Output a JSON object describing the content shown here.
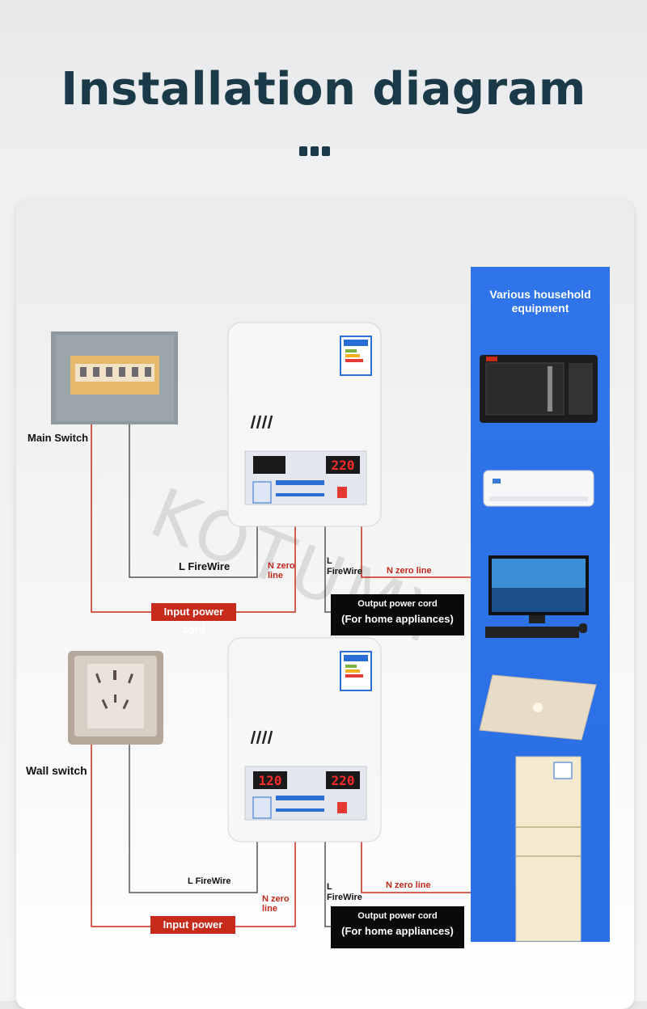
{
  "header": {
    "title": "Installation diagram"
  },
  "panel": {
    "title_line1": "Various household",
    "title_line2": "equipment"
  },
  "top_diagram": {
    "source_label": "Main Switch",
    "l_firewire": "L FireWire",
    "n_zero_line_in_1": "N zero",
    "n_zero_line_in_2": "line",
    "l_out_1": "L",
    "l_out_2": "FireWire",
    "n_zero_line_out": "N zero line",
    "input_cord": "Input power cord",
    "output_cord_line1": "Output power cord",
    "output_cord_line2": "(For home appliances)",
    "display_left": "",
    "display_right": "220"
  },
  "bottom_diagram": {
    "source_label": "Wall switch",
    "l_firewire": "L FireWire",
    "n_zero_line_in_1": "N zero",
    "n_zero_line_in_2": "line",
    "l_out_1": "L",
    "l_out_2": "FireWire",
    "n_zero_line_out": "N zero line",
    "input_cord": "Input power cord",
    "output_cord_line1": "Output power cord",
    "output_cord_line2": "(For home appliances)",
    "display_left": "120",
    "display_right": "220"
  },
  "watermark": "KOTUMY",
  "colors": {
    "title": "#1b3a47",
    "wire_red": "#c62b1c",
    "panel_blue": "#2f74e8"
  },
  "icons": [
    "microwave-icon",
    "air-conditioner-icon",
    "computer-monitor-icon",
    "laptop-icon",
    "refrigerator-icon",
    "breaker-box-icon",
    "wall-socket-icon",
    "voltage-stabilizer-icon"
  ]
}
